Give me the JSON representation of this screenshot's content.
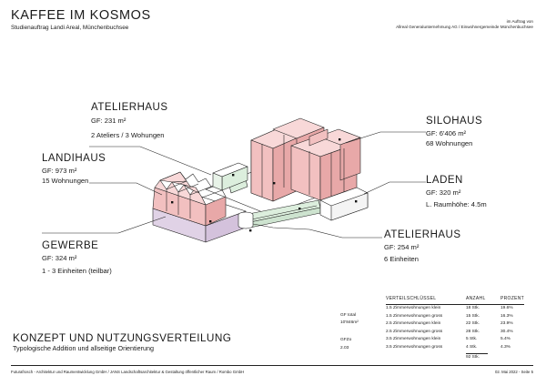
{
  "header": {
    "title": "KAFFEE IM KOSMOS",
    "subtitle": "Studienauftrag Landi Areal, Münchenbuchsee",
    "commission_line1": "im Auftrag von",
    "commission_line2": "Allreal Generalunternehmung AG / Einwohnergemeinde Münchenbuchsee"
  },
  "buildings": {
    "atelierhaus_top": {
      "name": "ATELIERHAUS",
      "gf": "GF: 231 m²",
      "use": "2 Ateliers / 3 Wohungen"
    },
    "landihaus": {
      "name": "LANDIHAUS",
      "gf": "GF: 973 m²",
      "use": "15 Wohnungen"
    },
    "gewerbe": {
      "name": "GEWERBE",
      "gf": "GF: 324 m²",
      "use": "1 - 3 Einheiten (teilbar)"
    },
    "silohaus": {
      "name": "SILOHAUS",
      "gf": "GF: 6'406 m²",
      "use": "68 Wohnungen"
    },
    "laden": {
      "name": "LADEN",
      "gf": "GF: 320 m²",
      "use": "L. Raumhöhe: 4.5m"
    },
    "atelierhaus_bottom": {
      "name": "ATELIERHAUS",
      "gf": "GF: 254 m²",
      "use": "6 Einheiten"
    }
  },
  "concept": {
    "title": "KONZEPT UND NUTZUNGSVERTEILUNG",
    "subtitle": "Typologische Addition und allseitige Orientierung"
  },
  "table": {
    "headers": {
      "mix": "VERTEILSCHLÜSSEL",
      "count": "ANZAHL",
      "percent": "PROZENT"
    },
    "gf_total_label": "GF total",
    "gf_total_value": "10'846m²",
    "gfzo_label": "GFZo",
    "gfzo_value": "2.03",
    "rows": [
      {
        "type": "1.5 Zimmerwohnungen klein",
        "count": "18 Stk.",
        "percent": "19.6%"
      },
      {
        "type": "1.5 Zimmerwohnungen gross",
        "count": "15 Stk.",
        "percent": "16.3%"
      },
      {
        "type": "2.5 Zimmerwohnungen klein",
        "count": "22 Stk.",
        "percent": "23.9%"
      },
      {
        "type": "2.5 Zimmerwohnungen gross",
        "count": "28 Stk.",
        "percent": "30.4%"
      },
      {
        "type": "3.5 Zimmerwohnungen klein",
        "count": "5 Stk.",
        "percent": "5.4%"
      },
      {
        "type": "3.5 Zimmerwohnungen gross",
        "count": "4 Stk.",
        "percent": "4.3%"
      }
    ],
    "total": "92 Stk."
  },
  "footer": {
    "left": "Futurafrosch - Architektur und Raumentwicklung GmbH / JANS Landschaftsarchitektur & Gestaltung öffentlicher Raum / Rombo GmbH",
    "right": "02. Mai 2022  -  Seite 5"
  },
  "colors": {
    "pink": "#f2c0c0",
    "pink_dark": "#e8a8a8",
    "pink_light": "#f8d8d8",
    "lilac": "#e0d2e6",
    "green": "#dceedd",
    "white": "#ffffff"
  }
}
